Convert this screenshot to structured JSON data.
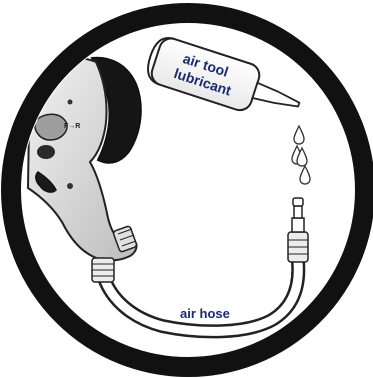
{
  "lubricant_label_line1": "air tool",
  "lubricant_label_line2": "lubricant",
  "hose_label": "air hose",
  "tool_marking": "F→R",
  "colors": {
    "ring": "#111111",
    "outline": "#222222",
    "label_text": "#1c2a6e",
    "tool_fill": "#dcdcdc",
    "background": "#ffffff"
  }
}
